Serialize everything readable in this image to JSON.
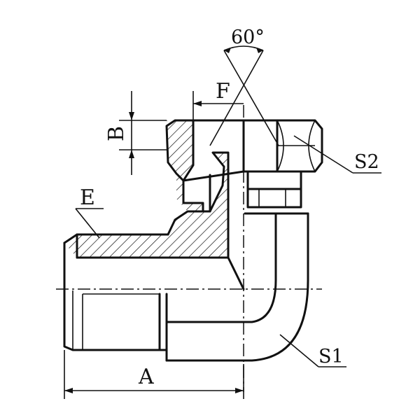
{
  "labels": {
    "angle": "60°",
    "f": "F",
    "b": "B",
    "e": "E",
    "s2": "S2",
    "s1": "S1",
    "a": "A"
  }
}
